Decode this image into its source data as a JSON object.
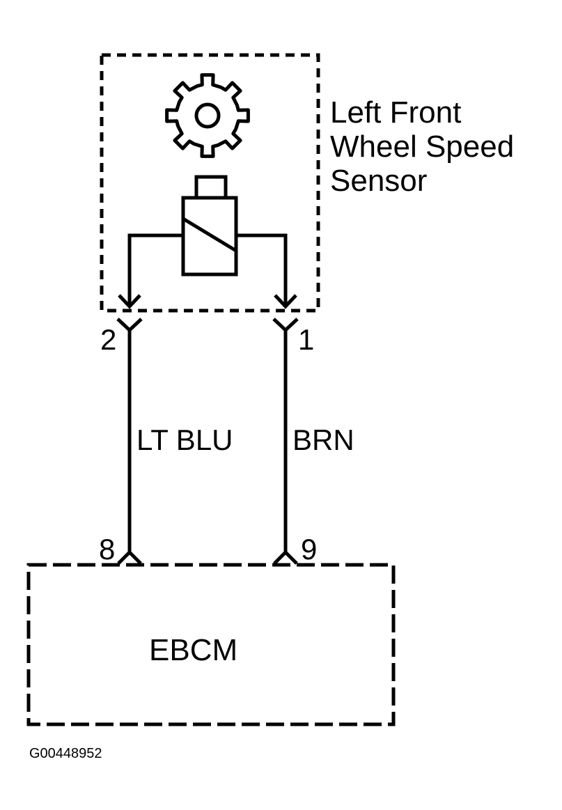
{
  "sensor": {
    "label_lines": [
      "Left Front",
      "Wheel Speed",
      "Sensor"
    ]
  },
  "connectors": {
    "sensor_left_pin": "2",
    "sensor_right_pin": "1",
    "module_left_pin": "8",
    "module_right_pin": "9"
  },
  "wires": {
    "left_color": "LT BLU",
    "right_color": "BRN"
  },
  "module": {
    "name": "EBCM"
  },
  "figure_code": "G00448952",
  "colors": {
    "line": "#000000",
    "background": "#ffffff"
  }
}
